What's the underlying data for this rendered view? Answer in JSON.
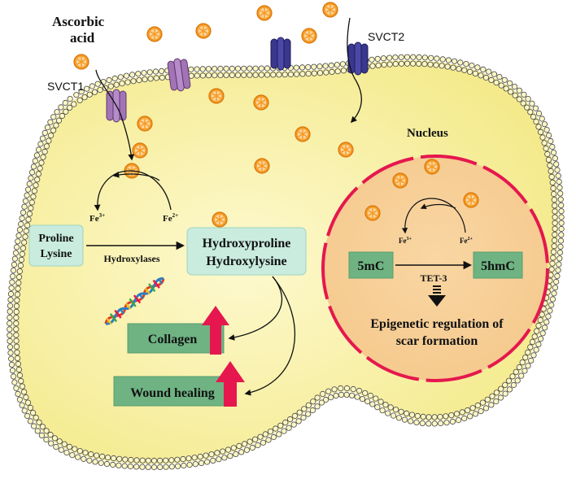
{
  "labels": {
    "ascorbic_acid_line1": "Ascorbic",
    "ascorbic_acid_line2": "acid",
    "svct1": "SVCT1",
    "svct2": "SVCT2",
    "nucleus": "Nucleus",
    "fe3_cytoplasm": "Fe",
    "fe3_cytoplasm_sup": "3+",
    "fe2_cytoplasm": "Fe",
    "fe2_cytoplasm_sup": "2+",
    "proline": "Proline",
    "lysine": "Lysine",
    "hydroxylases": "Hydroxylases",
    "hydroxyproline": "Hydroxyproline",
    "hydroxylysine": "Hydroxylysine",
    "collagen": "Collagen",
    "wound_healing": "Wound healing",
    "fe3_nucleus": "Fe",
    "fe3_nucleus_sup": "3+",
    "fe2_nucleus": "Fe",
    "fe2_nucleus_sup": "2+",
    "five_mc": "5mC",
    "five_hmc": "5hmC",
    "tet3": "TET-3",
    "epigenetic_line1": "Epigenetic regulation of",
    "epigenetic_line2": "scar formation"
  },
  "colors": {
    "cytoplasm": "#fbf6b3",
    "membrane_bead": "#fdf7c4",
    "membrane_outline": "#444444",
    "nucleus_fill": "#f8d09a",
    "nucleus_border": "#e5174e",
    "svct1": "#a274b6",
    "svct2": "#39378e",
    "box_light": "#c9ecdf",
    "box_green": "#6fb383",
    "up_arrow": "#e5174e",
    "vitamin_c": "#f59a22"
  },
  "icons": {
    "vitamin_c": "orange-slice-icon",
    "dna": "dna-helix-icon",
    "up_arrow": "up-arrow-icon"
  }
}
